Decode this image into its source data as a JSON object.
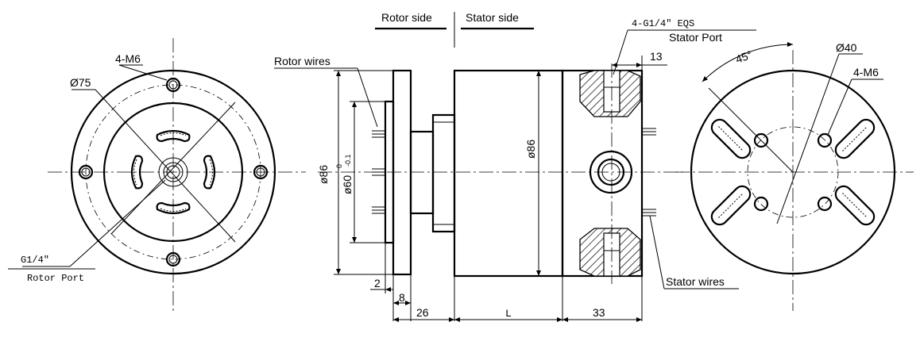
{
  "labels": {
    "rotor_side": "Rotor side",
    "stator_side": "Stator side",
    "rotor_wires": "Rotor wires",
    "stator_wires": "Stator wires",
    "stator_port_thread": "4-G1/4\" EQS",
    "stator_port": "Stator Port",
    "rotor_port_thread": "G1/4\"",
    "rotor_port": "Rotor Port",
    "left_m6": "4-M6",
    "left_dia75": "Ø75",
    "right_m6": "4-M6",
    "right_dia40": "Ø40",
    "angle45": "45°"
  },
  "dimensions": {
    "d13": "13",
    "d86_outer": "ø86",
    "d86_inner": "ø86",
    "d60": "ø60",
    "d60_tol_upper": "0",
    "d60_tol_lower": "-0.1",
    "d2": "2",
    "d8": "8",
    "d26": "26",
    "dL": "L",
    "d33": "33"
  }
}
